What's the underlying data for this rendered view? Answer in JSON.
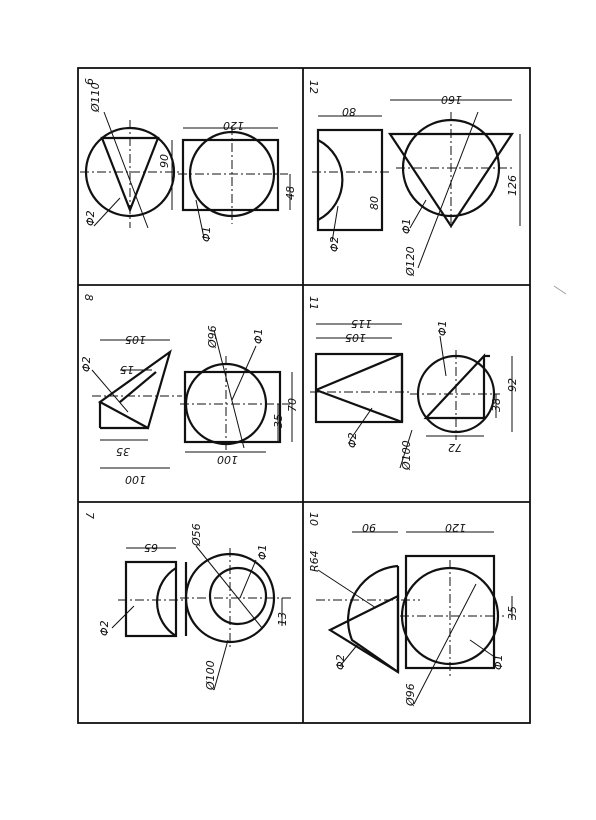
{
  "cells": {
    "c7": {
      "number": "7",
      "d1": "65",
      "d2": "Ø56",
      "d3": "Ø100",
      "d4": "13",
      "m1": "Φ1",
      "m2": "Φ2"
    },
    "c8": {
      "number": "8",
      "d1": "105",
      "d2": "15",
      "d3": "35",
      "d4": "100",
      "d5": "Ø96",
      "d6": "35",
      "d7": "70",
      "d8": "100",
      "m1": "Φ1",
      "m2": "Φ2"
    },
    "c9": {
      "number": "9",
      "d1": "Ø110",
      "d2": "120",
      "d3": "90",
      "d4": "48",
      "m1": "Φ1",
      "m2": "Φ2"
    },
    "c10": {
      "number": "10",
      "d1": "R64",
      "d2": "90",
      "d3": "120",
      "d4": "35",
      "d5": "Ø96",
      "m1": "Φ1",
      "m2": "Φ2"
    },
    "c11": {
      "number": "11",
      "d1": "115",
      "d2": "105",
      "d3": "Ø100",
      "d4": "38",
      "d5": "72",
      "d6": "92",
      "m1": "Φ1",
      "m2": "Φ2"
    },
    "c12": {
      "number": "12",
      "d1": "80",
      "d2": "160",
      "d3": "80",
      "d4": "126",
      "d5": "Ø120",
      "m1": "Φ1",
      "m2": "Φ2"
    }
  }
}
